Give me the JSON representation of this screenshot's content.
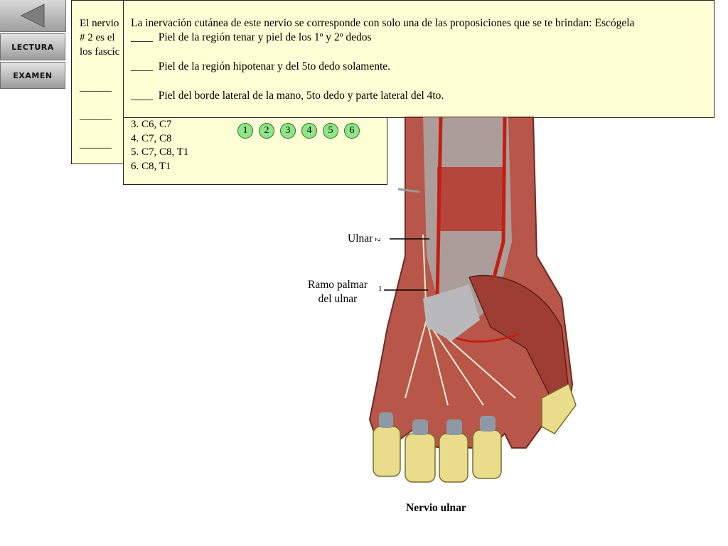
{
  "nav": {
    "lectura": "LECTURA",
    "examen": "EXAMEN"
  },
  "back_panel": {
    "line1": "El nervio",
    "line2": "# 2 es el",
    "line3": "los fascíc",
    "blanks": [
      "______",
      "______",
      "______"
    ]
  },
  "segments": {
    "items": [
      "3. C6, C7",
      "4. C7, C8",
      "5. C7, C8, T1",
      "6. C8, T1"
    ],
    "buttons": [
      "1",
      "2",
      "3",
      "4",
      "5",
      "6"
    ]
  },
  "question": {
    "title": "La inervación cutánea de este nervio se corresponde con solo una de las proposiciones que se te brindan: Escógela",
    "blank": "____",
    "options": [
      "Piel de la región tenar y  piel de los 1º y 2º dedos",
      "Piel de la región hipotenar y del 5to dedo solamente.",
      "Piel del borde lateral de la mano, 5to dedo y parte lateral del 4to."
    ]
  },
  "figure": {
    "label_ulnar": "Ulnar",
    "label_num_ulnar": "2",
    "label_ramo_1": "Ramo palmar",
    "label_ramo_2": "del ulnar",
    "label_num_ramo": "1",
    "caption": "Nervio ulnar"
  }
}
